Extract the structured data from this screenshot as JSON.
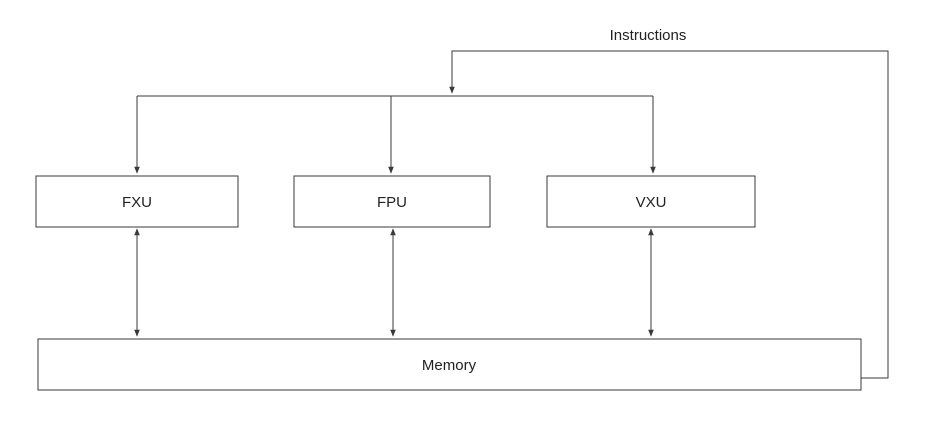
{
  "units": {
    "fxu": "FXU",
    "fpu": "FPU",
    "vxu": "VXU"
  },
  "memory": "Memory",
  "feedback_label": "Instructions"
}
